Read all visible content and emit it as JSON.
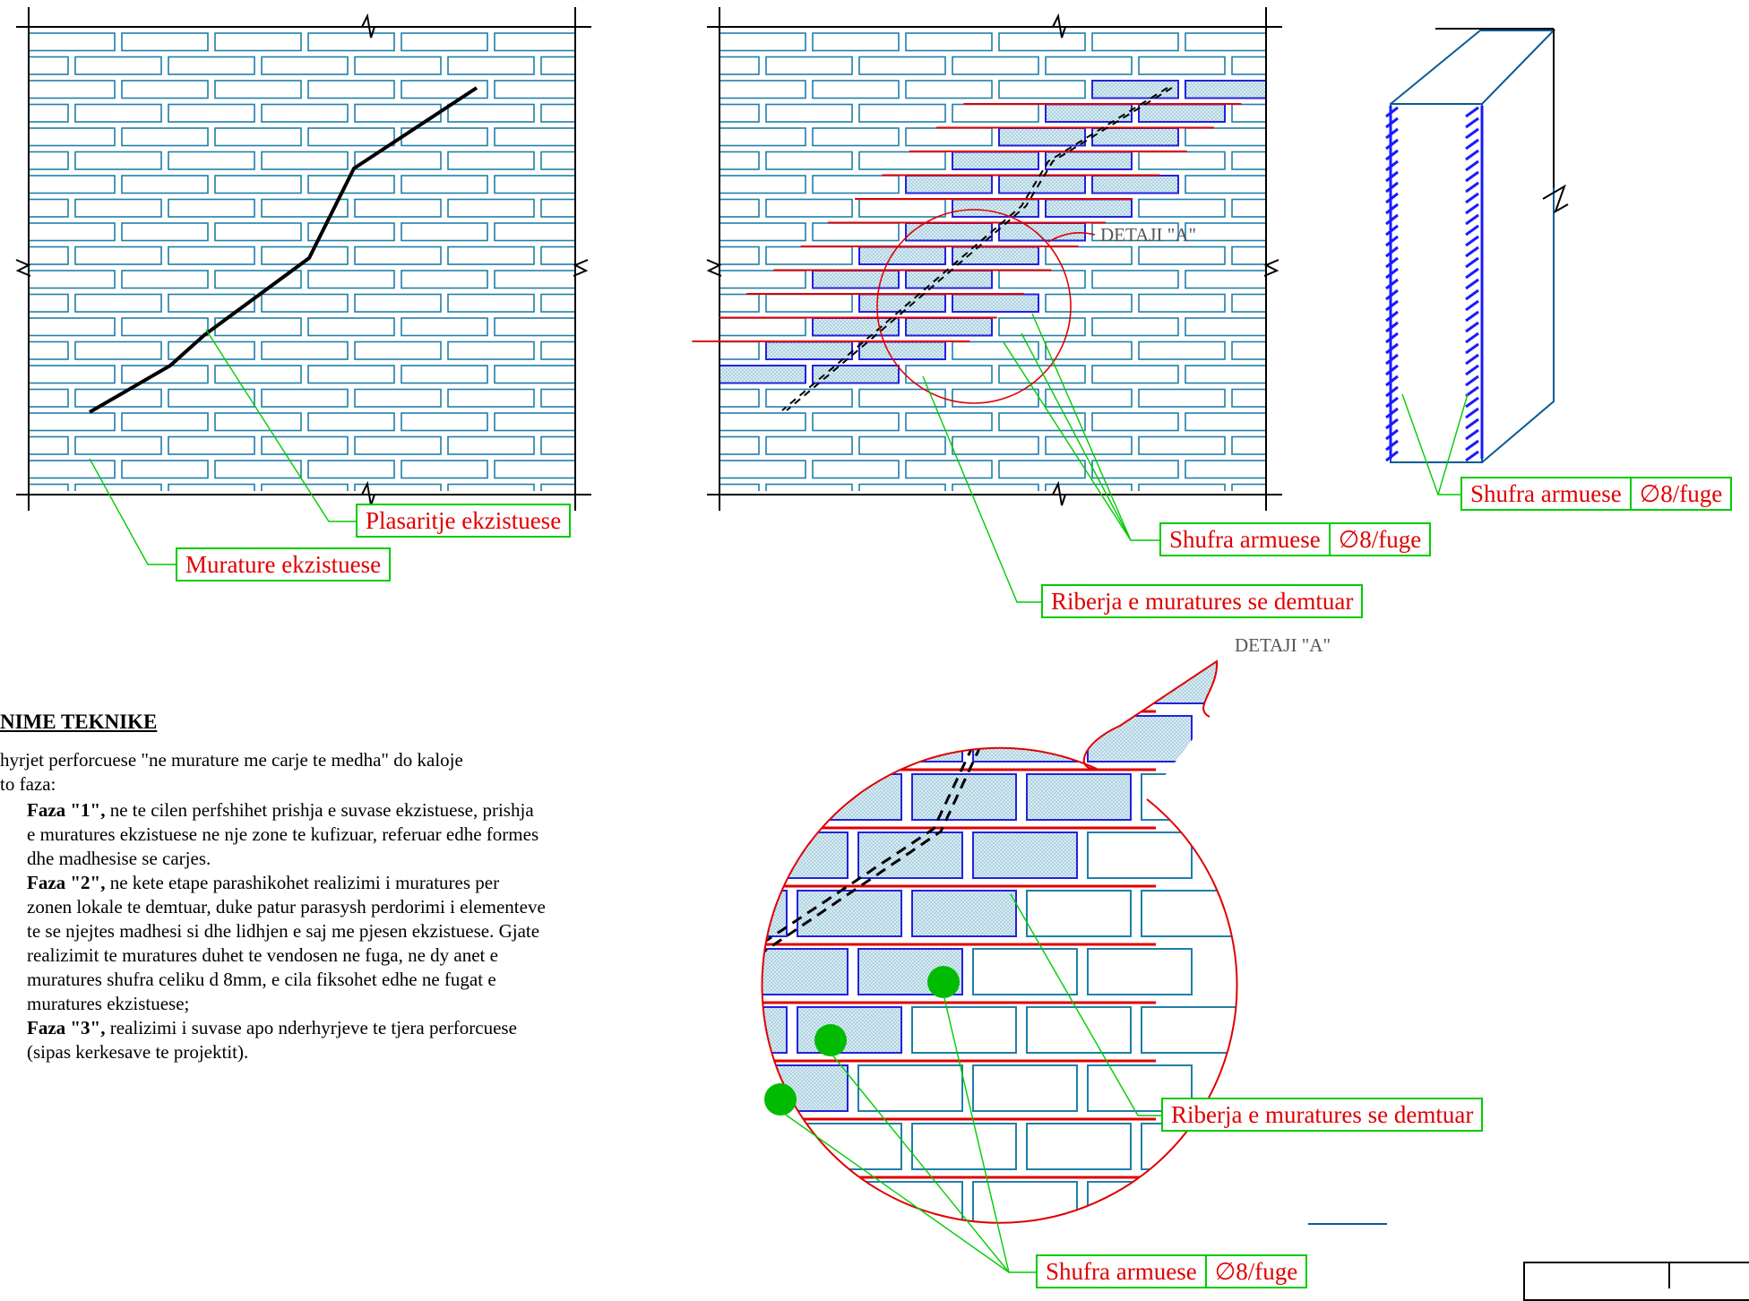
{
  "labels": {
    "existing_masonry": "Murature ekzistuese",
    "existing_crack": "Plasaritje ekzistuese",
    "rebuilt_masonry": "Riberja e muratures se demtuar",
    "rebar_text": "Shufra armuese",
    "rebar_spec": "∅8/fuge",
    "detail_a": "DETAJI \"A\""
  },
  "notes": {
    "title": "NIME TEKNIKE",
    "intro_line1": "hyrjet perforcuese \"ne murature me carje te medha\" do kaloje",
    "intro_line2": "to faza:",
    "phases": [
      {
        "head": "Faza \"1\",",
        "text": " ne te cilen perfshihet prishja e suvase ekzistuese, prishja e muratures ekzistuese ne nje zone te kufizuar, referuar edhe formes dhe madhesise se carjes."
      },
      {
        "head": "Faza \"2\",",
        "text": " ne kete etape parashikohet realizimi i muratures per zonen lokale te demtuar, duke patur parasysh perdorimi i elementeve te se njejtes madhesi si dhe lidhjen e saj me pjesen ekzistuese. Gjate realizimit te muratures duhet te vendosen ne fuga, ne dy anet e muratures shufra celiku d 8mm, e cila fiksohet edhe ne fugat e muratures ekzistuese;"
      },
      {
        "head": "Faza \"3\",",
        "text": " realizimi i suvase apo nderhyrjeve te tjera perforcuese (sipas kerkesave te projektit)."
      }
    ]
  },
  "colors": {
    "brick_outline": "#1f7fa8",
    "new_brick_outline": "#2222dd",
    "new_brick_fill": "#d6eaf2",
    "rebar_red": "#e00000",
    "leader_green": "#00cc00",
    "crack": "#000000",
    "column_blue": "#0a5a94",
    "hatch_blue": "#1a1aff"
  }
}
